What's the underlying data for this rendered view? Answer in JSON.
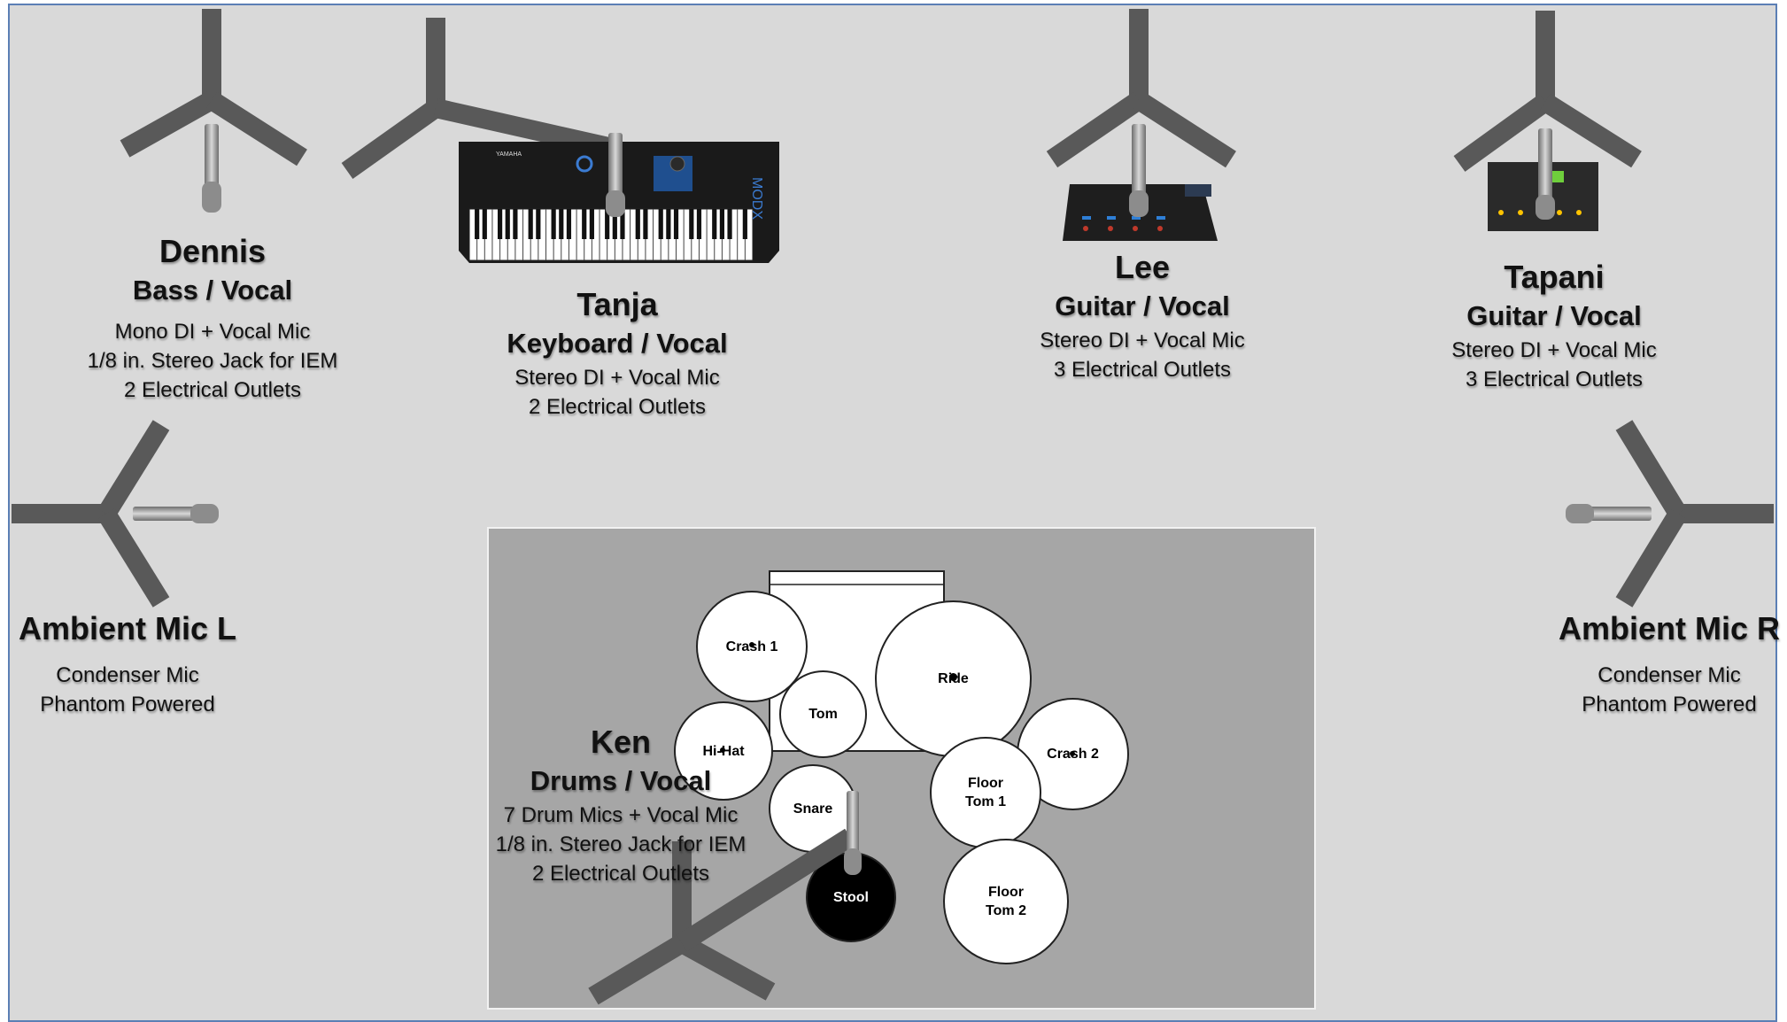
{
  "musicians": [
    {
      "name": "Dennis",
      "role": "Bass / Vocal",
      "details": [
        "Mono DI + Vocal Mic",
        "1/8 in. Stereo Jack for IEM",
        "2 Electrical Outlets"
      ]
    },
    {
      "name": "Tanja",
      "role": "Keyboard / Vocal",
      "details": [
        "Stereo DI + Vocal Mic",
        "2 Electrical Outlets"
      ]
    },
    {
      "name": "Lee",
      "role": "Guitar / Vocal",
      "details": [
        "Stereo DI + Vocal Mic",
        "3 Electrical Outlets"
      ]
    },
    {
      "name": "Tapani",
      "role": "Guitar / Vocal",
      "details": [
        "Stereo DI + Vocal Mic",
        "3 Electrical Outlets"
      ]
    },
    {
      "name": "Ken",
      "role": "Drums / Vocal",
      "details": [
        "7 Drum Mics + Vocal Mic",
        "1/8 in. Stereo Jack for IEM",
        "2 Electrical Outlets"
      ]
    }
  ],
  "ambient": [
    {
      "name": "Ambient Mic L",
      "details": [
        "Condenser Mic",
        "Phantom Powered"
      ]
    },
    {
      "name": "Ambient Mic R",
      "details": [
        "Condenser Mic",
        "Phantom Powered"
      ]
    }
  ],
  "drumkit": {
    "crash1": "Crash 1",
    "tom": "Tom",
    "ride": "Ride",
    "hihat": "Hi-Hat",
    "floortom1": [
      "Floor",
      "Tom 1"
    ],
    "crash2": "Crash 2",
    "snare": "Snare",
    "stool": "Stool",
    "floortom2": [
      "Floor",
      "Tom 2"
    ]
  },
  "keyboard": {
    "brand": "YAMAHA",
    "model": "MODX"
  },
  "colors": {
    "stage": "#d9d9d9",
    "border": "#5b7fb5",
    "riser": "#a6a6a6",
    "stand": "#595959",
    "mic": "#9a9a9a"
  }
}
